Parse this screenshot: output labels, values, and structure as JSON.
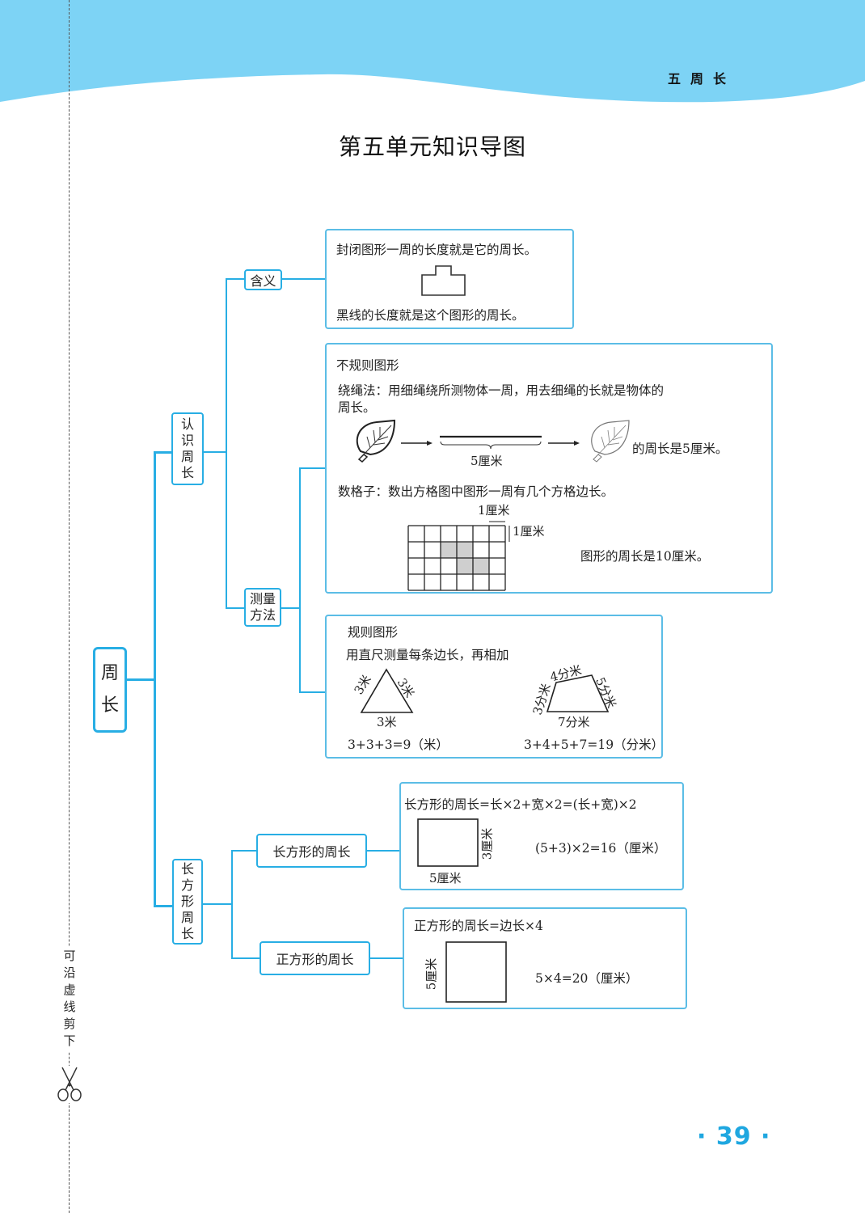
{
  "header": {
    "chapter_label": "五周长",
    "page_title": "第五单元知识导图",
    "wave_color": "#7dd3f5"
  },
  "side": {
    "cut_text": [
      "可",
      "沿",
      "虚",
      "线",
      "剪",
      "下"
    ]
  },
  "footer": {
    "page_number": "· 39 ·",
    "accent_color": "#1fa7e0"
  },
  "mindmap": {
    "root": [
      "周",
      "长"
    ],
    "branch1": {
      "label": [
        "认",
        "识",
        "周",
        "长"
      ],
      "meaning": {
        "label": "含义",
        "line1": "封闭图形一周的长度就是它的周长。",
        "line2": "黑线的长度就是这个图形的周长。"
      },
      "method": {
        "label": [
          "测量",
          "方法"
        ],
        "irregular": {
          "title": "不规则图形",
          "rope_line1": "绕绳法：用细绳绕所测物体一周，用去细绳的长就是物体的",
          "rope_line2": "周长。",
          "rope_length": "5厘米",
          "rope_result": "的周长是5厘米。",
          "grid_title": "数格子：数出方格图中图形一周有几个方格边长。",
          "grid_unit_h": "1厘米",
          "grid_unit_v": "1厘米",
          "grid_result": "图形的周长是10厘米。",
          "grid_cols": 6,
          "grid_rows": 4,
          "shaded_cells": [
            [
              1,
              2
            ],
            [
              1,
              3
            ],
            [
              2,
              3
            ],
            [
              2,
              4
            ]
          ]
        },
        "regular": {
          "title": "规则图形",
          "desc": "用直尺测量每条边长，再相加",
          "triangle_sides": [
            "3米",
            "3米",
            "3米"
          ],
          "triangle_formula": "3+3+3=9（米）",
          "quad_sides": {
            "top": "4分米",
            "right": "5分米",
            "left": "3分米",
            "bottom": "7分米"
          },
          "quad_formula": "3+4+5+7=19（分米）"
        }
      }
    },
    "branch2": {
      "label": [
        "长",
        "方",
        "形",
        "周",
        "长"
      ],
      "rectangle": {
        "label": "长方形的周长",
        "formula": "长方形的周长=长×2+宽×2=(长+宽)×2",
        "width_label": "5厘米",
        "height_label": "3厘米",
        "example": "(5+3)×2=16（厘米）"
      },
      "square": {
        "label": "正方形的周长",
        "formula": "正方形的周长=边长×4",
        "side_label": "5厘米",
        "example": "5×4=20（厘米）"
      }
    }
  }
}
